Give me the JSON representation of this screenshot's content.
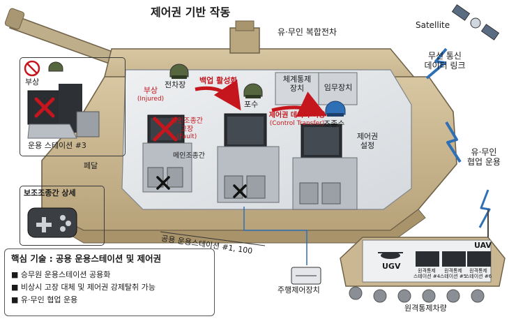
{
  "title": "제어권 기반 작동",
  "vehicle_label": "유·무인 복합전차",
  "satellite": "Satellite",
  "datalink": [
    "무선 통신",
    "데이터 링크"
  ],
  "cooperation": [
    "유·무인",
    "협업 운용"
  ],
  "crew": {
    "injured_ko": "부상",
    "injured_en": "(Injured)",
    "commander": "전차장",
    "gunner": "포수",
    "driver": "조종수"
  },
  "backup": "백업 활성화",
  "fault_ko": [
    "메인조종간",
    "고장"
  ],
  "fault_en": "(Fault)",
  "transfer_ko": "제어권 데이터 이양",
  "transfer_en": "(Control Transfer)",
  "control_setting": [
    "제어권",
    "설정"
  ],
  "main_stick": "메인조종간",
  "pedal": "페달",
  "system_devices": {
    "c2": [
      "체계통제",
      "장치"
    ],
    "mission": "임무장치"
  },
  "inset": {
    "injured": "부상",
    "caption": "운용 스테이션 #3"
  },
  "aux_stick": "보조조종간 상세",
  "common_station": "공용 운용스테이션 #1, 100",
  "drive_control": "주행제어장치",
  "key_tech": {
    "title": "핵심 기술 : 공용 운용스테이션 및 제어권",
    "bullets": [
      "승무원 운용스테이션 공용화",
      "비상시 고장 대체 및 제어권 강제탈취 가능",
      "유·무인 협업 운용"
    ]
  },
  "remote_vehicle": {
    "uav": "UAV",
    "ugv": "UGV",
    "stations": [
      {
        "line1": "원격통제",
        "line2": "스테이션 #4"
      },
      {
        "line1": "원격통제",
        "line2": "스테이션 #5"
      },
      {
        "line1": "원격통제",
        "line2": "스테이션 #6"
      }
    ],
    "caption": "원격통제차량"
  },
  "colors": {
    "hull": "#cbb892",
    "hull_dark": "#9c8a66",
    "interior": "#e6e9ec",
    "accent_red": "#c4161c",
    "signal_blue": "#2f6fb6"
  }
}
